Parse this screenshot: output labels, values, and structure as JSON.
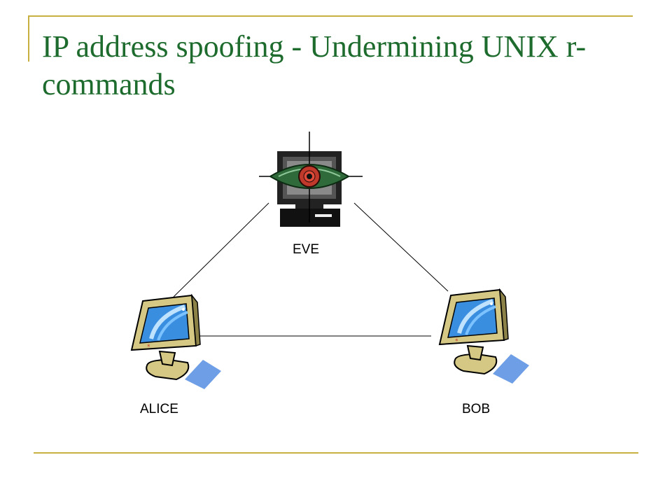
{
  "slide": {
    "title": "IP address spoofing - Undermining UNIX r-commands"
  },
  "diagram": {
    "nodes": [
      {
        "id": "eve",
        "label": "EVE",
        "icon": "spy-eye-computer-icon"
      },
      {
        "id": "alice",
        "label": "ALICE",
        "icon": "desktop-monitor-icon"
      },
      {
        "id": "bob",
        "label": "BOB",
        "icon": "desktop-monitor-icon"
      }
    ],
    "links": [
      {
        "from": "alice",
        "to": "eve"
      },
      {
        "from": "eve",
        "to": "bob"
      },
      {
        "from": "alice",
        "to": "bob"
      }
    ]
  },
  "colors": {
    "title": "#1e6b2e",
    "rule": "#c8b040",
    "monitor_body": "#d4c884",
    "screen": "#3a8ee0",
    "mouse_pad": "#6e9ee6",
    "eye_green": "#2f6b3a",
    "eye_red": "#c0392b"
  }
}
